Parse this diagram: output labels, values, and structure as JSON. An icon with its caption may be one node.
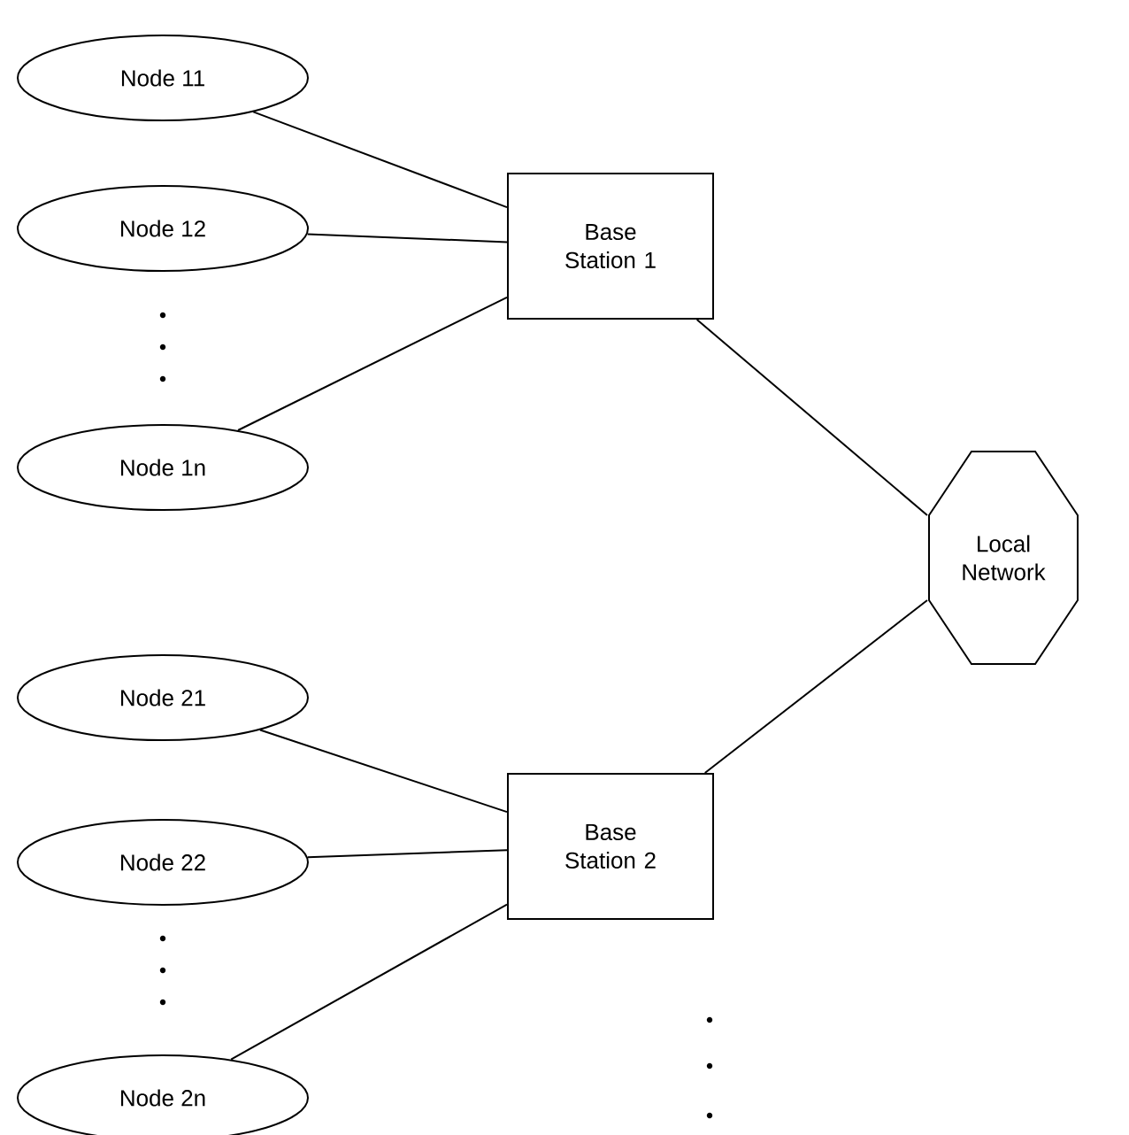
{
  "diagram": {
    "nodes": [
      {
        "text": [
          "Node 11"
        ]
      },
      {
        "text": [
          "Node 12"
        ]
      },
      {
        "text": [
          "Node 1n"
        ]
      },
      {
        "text": [
          "Base Station 1"
        ]
      },
      {
        "text": [
          "Local Network"
        ]
      },
      {
        "text": [
          "Node 21"
        ]
      },
      {
        "text": [
          "Node 22"
        ]
      },
      {
        "text": [
          "Node 2n"
        ]
      },
      {
        "text": [
          "Base Station 2"
        ]
      }
    ],
    "edges": [
      {
        "from": 0,
        "to": 3,
        "arrow": "none"
      },
      {
        "from": 1,
        "to": 3,
        "arrow": "none"
      },
      {
        "from": 2,
        "to": 3,
        "arrow": "none"
      },
      {
        "from": 3,
        "to": 4,
        "arrow": "none"
      },
      {
        "from": 5,
        "to": 8,
        "arrow": "none"
      },
      {
        "from": 6,
        "to": 8,
        "arrow": "none"
      },
      {
        "from": 7,
        "to": 8,
        "arrow": "none"
      },
      {
        "from": 8,
        "to": 4,
        "arrow": "none"
      }
    ]
  }
}
